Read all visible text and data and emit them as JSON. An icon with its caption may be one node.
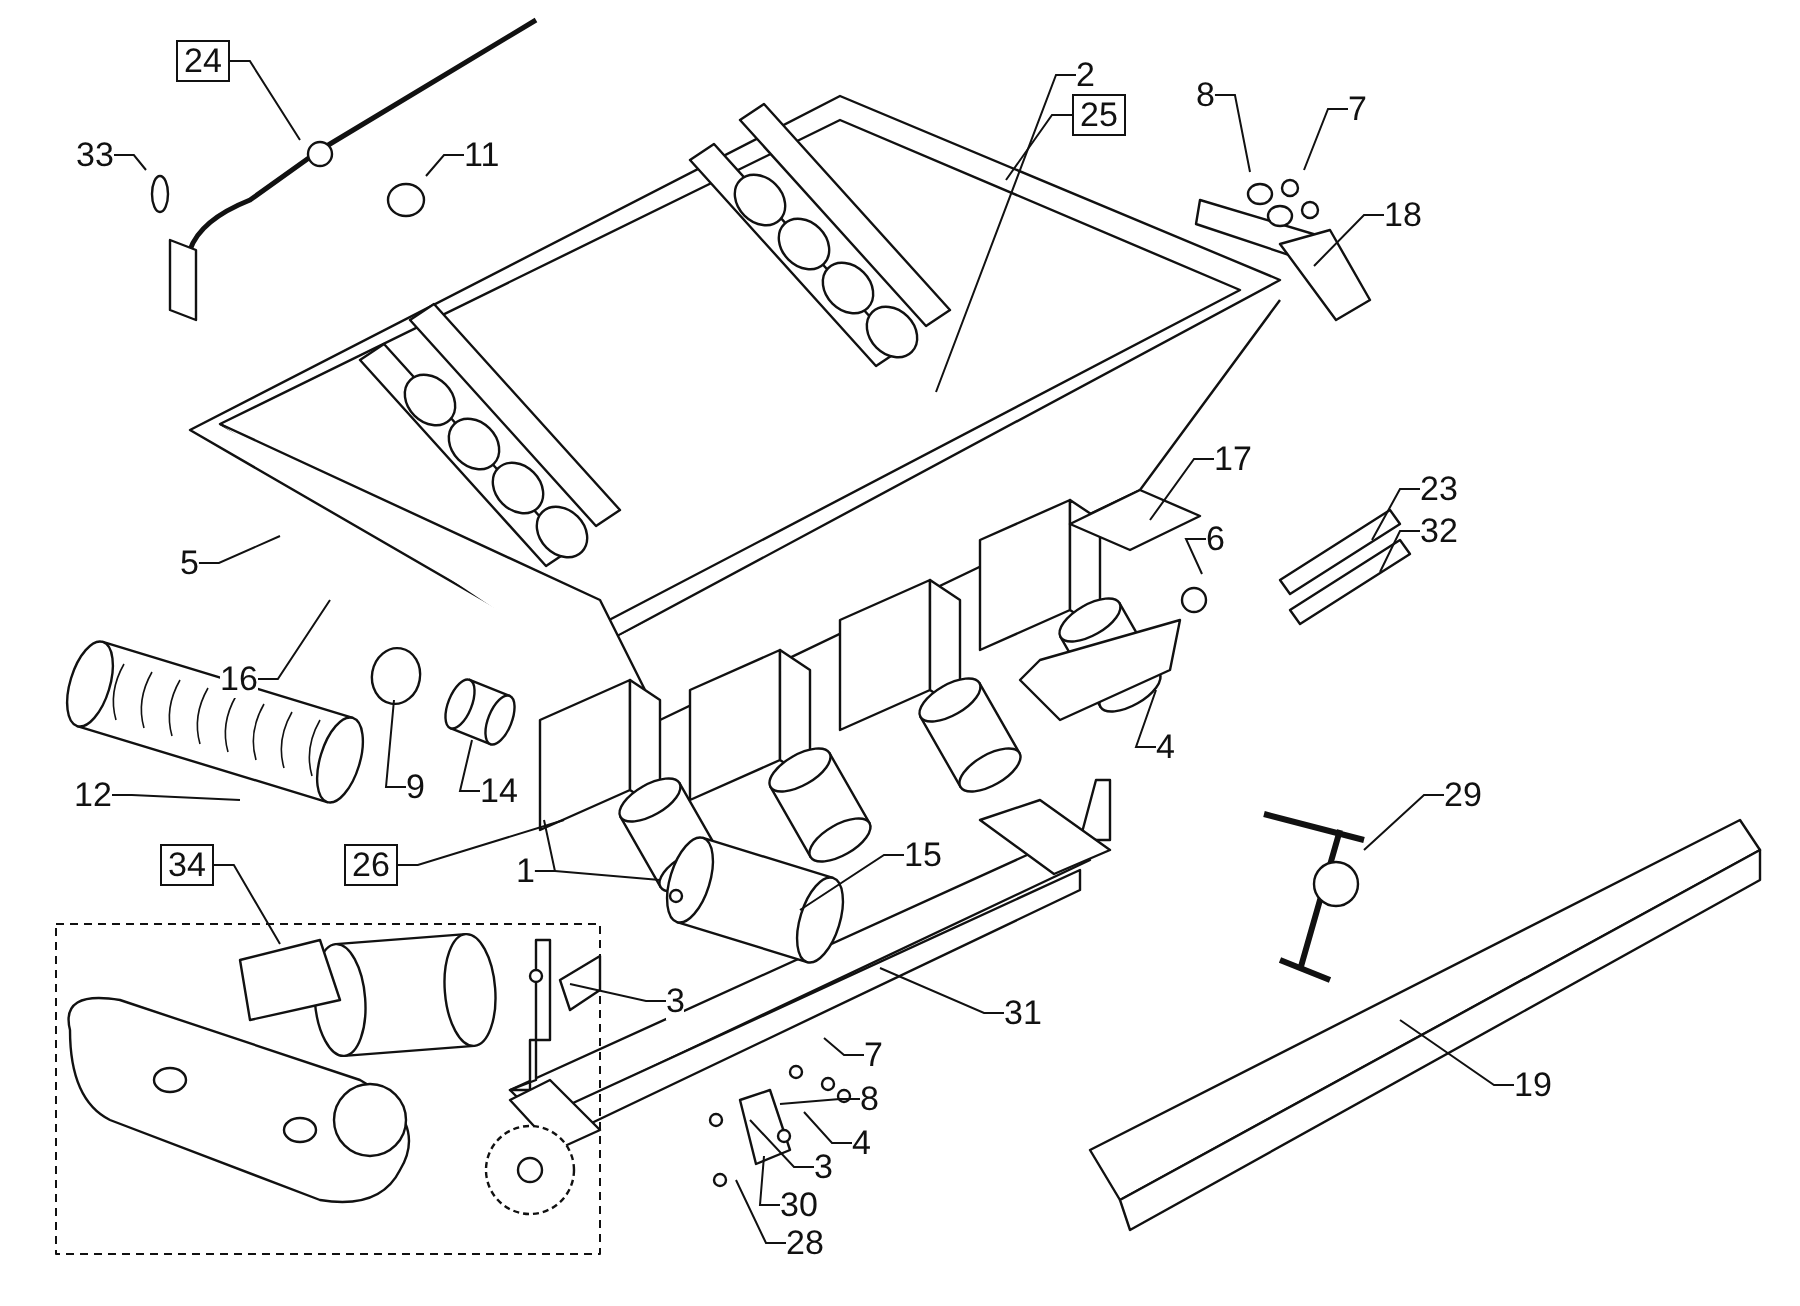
{
  "diagram": {
    "nodes": [
      {
        "text": [
          "24"
        ]
      },
      {
        "text": [
          "33"
        ]
      },
      {
        "text": [
          "11"
        ]
      },
      {
        "text": [
          "2"
        ]
      },
      {
        "text": [
          "25"
        ]
      },
      {
        "text": [
          "8"
        ]
      },
      {
        "text": [
          "7"
        ]
      },
      {
        "text": [
          "18"
        ]
      },
      {
        "text": [
          "17"
        ]
      },
      {
        "text": [
          "6"
        ]
      },
      {
        "text": [
          "23"
        ]
      },
      {
        "text": [
          "32"
        ]
      },
      {
        "text": [
          "5"
        ]
      },
      {
        "text": [
          "16"
        ]
      },
      {
        "text": [
          "4"
        ]
      },
      {
        "text": [
          "12"
        ]
      },
      {
        "text": [
          "9"
        ]
      },
      {
        "text": [
          "14"
        ]
      },
      {
        "text": [
          "29"
        ]
      },
      {
        "text": [
          "26"
        ]
      },
      {
        "text": [
          "1"
        ]
      },
      {
        "text": [
          "15"
        ]
      },
      {
        "text": [
          "34"
        ]
      },
      {
        "text": [
          "3"
        ]
      },
      {
        "text": [
          "31"
        ]
      },
      {
        "text": [
          "7"
        ]
      },
      {
        "text": [
          "8"
        ]
      },
      {
        "text": [
          "4"
        ]
      },
      {
        "text": [
          "19"
        ]
      },
      {
        "text": [
          "3"
        ]
      },
      {
        "text": [
          "30"
        ]
      },
      {
        "text": [
          "28"
        ]
      }
    ],
    "edges": [
      {
        "from": 0,
        "to": null,
        "arrow": "none"
      },
      {
        "from": 1,
        "to": null,
        "arrow": "none"
      },
      {
        "from": 2,
        "to": null,
        "arrow": "none"
      },
      {
        "from": 3,
        "to": null,
        "arrow": "none"
      },
      {
        "from": 4,
        "to": null,
        "arrow": "none"
      },
      {
        "from": 5,
        "to": null,
        "arrow": "none"
      },
      {
        "from": 6,
        "to": null,
        "arrow": "none"
      },
      {
        "from": 7,
        "to": null,
        "arrow": "none"
      },
      {
        "from": 8,
        "to": null,
        "arrow": "none"
      },
      {
        "from": 9,
        "to": null,
        "arrow": "none"
      },
      {
        "from": 10,
        "to": null,
        "arrow": "none"
      },
      {
        "from": 11,
        "to": null,
        "arrow": "none"
      },
      {
        "from": 12,
        "to": null,
        "arrow": "none"
      },
      {
        "from": 13,
        "to": null,
        "arrow": "none"
      },
      {
        "from": 14,
        "to": null,
        "arrow": "none"
      },
      {
        "from": 15,
        "to": null,
        "arrow": "none"
      },
      {
        "from": 16,
        "to": null,
        "arrow": "none"
      },
      {
        "from": 17,
        "to": null,
        "arrow": "none"
      },
      {
        "from": 18,
        "to": null,
        "arrow": "none"
      },
      {
        "from": 19,
        "to": null,
        "arrow": "none"
      },
      {
        "from": 20,
        "to": null,
        "arrow": "none"
      },
      {
        "from": 20,
        "to": null,
        "arrow": "none"
      },
      {
        "from": 21,
        "to": null,
        "arrow": "none"
      },
      {
        "from": 22,
        "to": null,
        "arrow": "none"
      },
      {
        "from": 23,
        "to": null,
        "arrow": "none"
      },
      {
        "from": 24,
        "to": null,
        "arrow": "none"
      },
      {
        "from": 25,
        "to": null,
        "arrow": "none"
      },
      {
        "from": 26,
        "to": null,
        "arrow": "none"
      },
      {
        "from": 27,
        "to": null,
        "arrow": "none"
      },
      {
        "from": 28,
        "to": null,
        "arrow": "none"
      },
      {
        "from": 29,
        "to": null,
        "arrow": "none"
      },
      {
        "from": 30,
        "to": null,
        "arrow": "none"
      },
      {
        "from": 31,
        "to": null,
        "arrow": "none"
      }
    ]
  }
}
